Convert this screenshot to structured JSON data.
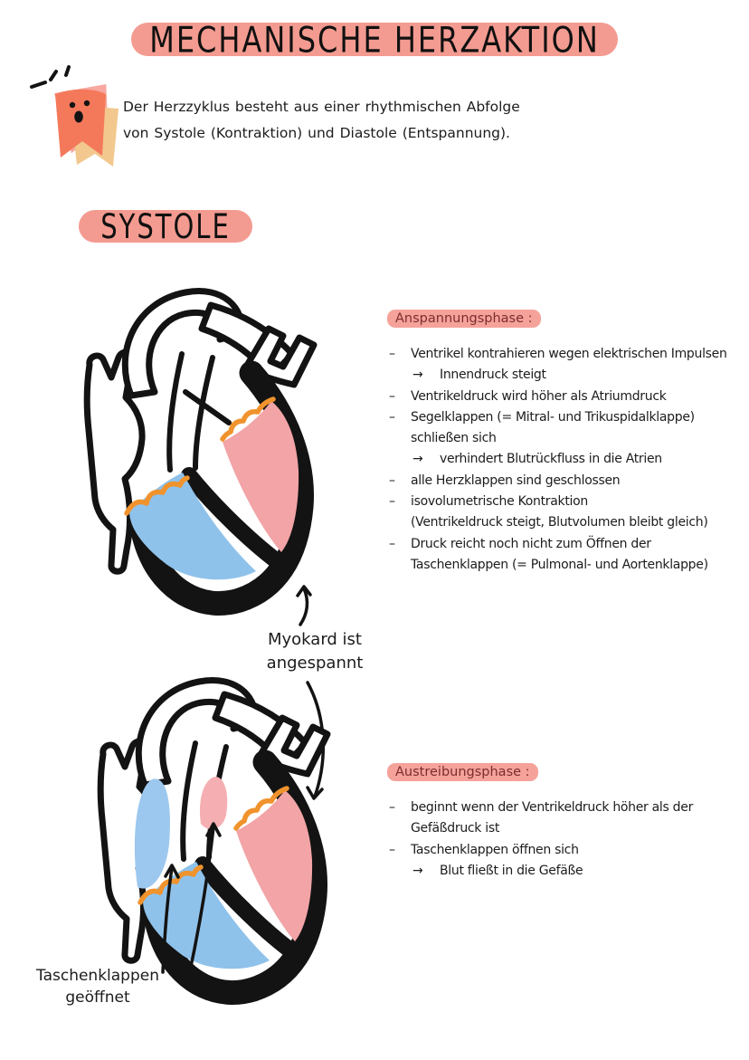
{
  "title": {
    "text": "MECHANISCHE HERZAKTION"
  },
  "intro": {
    "line1": "Der Herzzyklus besteht aus einer rhythmischen Abfolge",
    "line2": "von Systole (Kontraktion) und Diastole (Entspannung)."
  },
  "section": {
    "text": "SYSTOLE"
  },
  "labels": {
    "myokard_line1": "Myokard ist",
    "myokard_line2": "angespannt",
    "taschen_line1": "Taschenklappen",
    "taschen_line2": "geöffnet"
  },
  "markers": {
    "dash": "–",
    "arrow": "→",
    "cont": ""
  },
  "anspannungsphase": {
    "heading": "Anspannungsphase :",
    "items": [
      {
        "m": "dash",
        "t": "Ventrikel kontrahieren wegen elektrischen Impulsen"
      },
      {
        "m": "arrow",
        "t": "Innendruck steigt"
      },
      {
        "m": "dash",
        "t": "Ventrikeldruck wird höher als Atriumdruck"
      },
      {
        "m": "dash",
        "t": "Segelklappen (= Mitral- und Trikuspidalklappe)"
      },
      {
        "m": "cont",
        "t": "schließen sich"
      },
      {
        "m": "arrow",
        "t": "verhindert Blutrückfluss in die Atrien"
      },
      {
        "m": "dash",
        "t": "alle Herzklappen sind geschlossen"
      },
      {
        "m": "dash",
        "t": "isovolumetrische Kontraktion"
      },
      {
        "m": "cont",
        "t": "(Ventrikeldruck steigt, Blutvolumen bleibt gleich)"
      },
      {
        "m": "dash",
        "t": "Druck reicht noch nicht zum Öffnen der"
      },
      {
        "m": "cont",
        "t": "Taschenklappen (= Pulmonal- und Aortenklappe)"
      }
    ]
  },
  "austreibungsphase": {
    "heading": "Austreibungsphase :",
    "items": [
      {
        "m": "dash",
        "t": "beginnt wenn der Ventrikeldruck höher als der"
      },
      {
        "m": "cont",
        "t": "Gefäßdruck ist"
      },
      {
        "m": "dash",
        "t": "Taschenklappen öffnen sich"
      },
      {
        "m": "arrow",
        "t": "Blut fließt in die Gefäße"
      }
    ]
  },
  "colors": {
    "highlight": "#F49B91",
    "heading_highlight": "#F5A29B",
    "heading_text": "#7C2D2D",
    "chamber_blue": "#8FC2EB",
    "chamber_pink": "#F2A4A7",
    "valve_orange": "#F0932D",
    "outline": "#131313",
    "mascot_orange": "#F4795B",
    "mascot_pink": "#F7A89F",
    "mascot_tan": "#F2C88E"
  }
}
